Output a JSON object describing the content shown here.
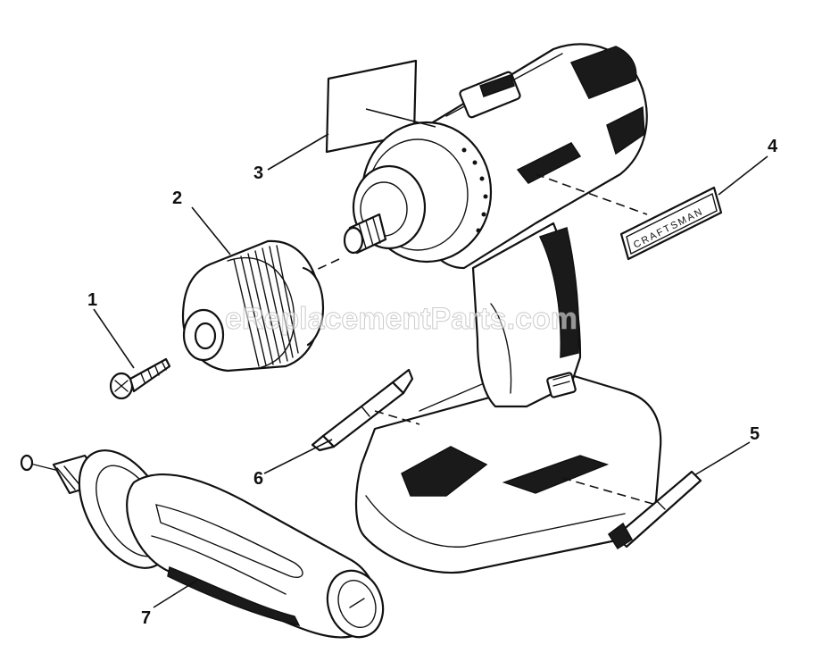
{
  "callouts": [
    {
      "id": "1",
      "label": "1"
    },
    {
      "id": "2",
      "label": "2"
    },
    {
      "id": "3",
      "label": "3"
    },
    {
      "id": "4",
      "label": "4"
    },
    {
      "id": "5",
      "label": "5"
    },
    {
      "id": "6",
      "label": "6"
    },
    {
      "id": "7",
      "label": "7"
    }
  ],
  "nameplate_text": "CRAFTSMAN",
  "watermark": "eReplacementParts.com"
}
